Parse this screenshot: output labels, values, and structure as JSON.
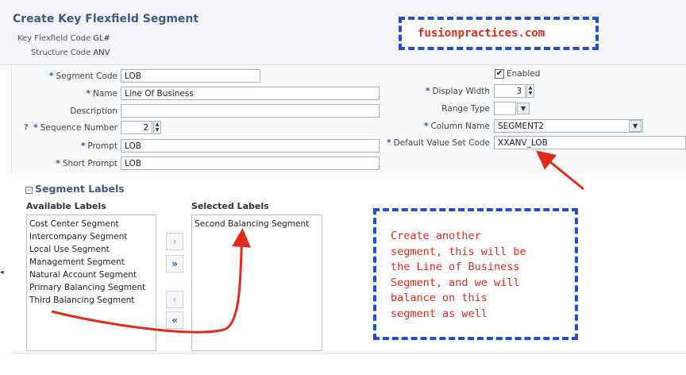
{
  "page": {
    "title": "Create Key Flexfield Segment",
    "key_flexfield_code_label": "Key Flexfield Code",
    "key_flexfield_code_value": "GL#",
    "structure_code_label": "Structure Code",
    "structure_code_value": "ANV"
  },
  "form": {
    "segment_code": {
      "label": "Segment Code",
      "value": "LOB"
    },
    "name": {
      "label": "Name",
      "value": "Line Of Business"
    },
    "description": {
      "label": "Description",
      "value": ""
    },
    "sequence_number": {
      "label": "Sequence Number",
      "value": "2"
    },
    "prompt": {
      "label": "Prompt",
      "value": "LOB"
    },
    "short_prompt": {
      "label": "Short Prompt",
      "value": "LOB"
    },
    "enabled": {
      "label": "Enabled",
      "checked": true,
      "mark": "✔"
    },
    "display_width": {
      "label": "Display Width",
      "value": "3"
    },
    "range_type": {
      "label": "Range Type",
      "value": ""
    },
    "column_name": {
      "label": "Column Name",
      "value": "SEGMENT2"
    },
    "default_value_set_code": {
      "label": "Default Value Set Code",
      "value": "XXANV_LOB"
    },
    "required_marker": "*",
    "help_icon": "?"
  },
  "labels_section": {
    "title": "Segment Labels",
    "toggle": "-",
    "available_title": "Available Labels",
    "selected_title": "Selected Labels",
    "available": [
      "Cost Center Segment",
      "Intercompany Segment",
      "Local Use Segment",
      "Management Segment",
      "Natural Account Segment",
      "Primary Balancing Segment",
      "Third Balancing Segment"
    ],
    "selected": [
      "Second Balancing Segment"
    ],
    "buttons": {
      "move": "›",
      "move_all": "»",
      "remove": "‹",
      "remove_all": "«"
    }
  },
  "annotations": {
    "watermark": "fusionpractices.com",
    "note_lines": [
      "Create another",
      "segment, this will be",
      "the Line of Business",
      "Segment, and we will",
      "balance on this",
      "segment as well"
    ],
    "accent_blue": "#1f4fd6",
    "accent_red": "#e02b1d"
  }
}
